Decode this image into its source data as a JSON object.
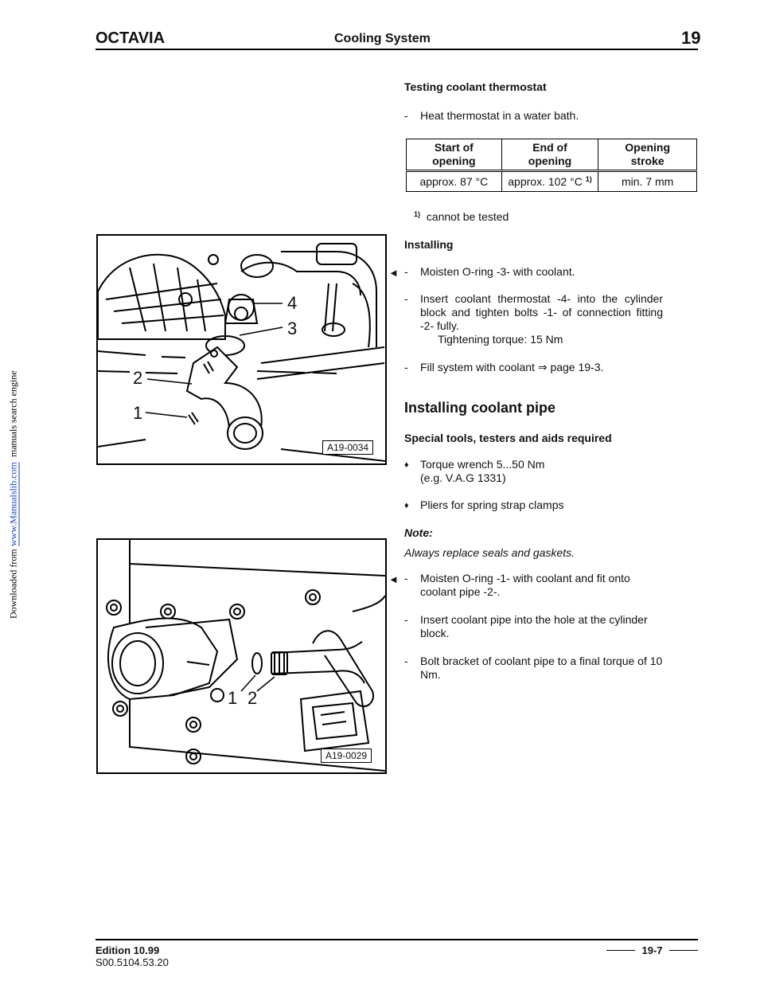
{
  "margin_note": {
    "prefix": "Downloaded from",
    "link": "www.Manualslib.com",
    "suffix": "manuals search engine"
  },
  "header": {
    "brand": "OCTAVIA",
    "section": "Cooling System",
    "chapter": "19"
  },
  "footer": {
    "edition": "Edition 10.99",
    "doc_number": "S00.5104.53.20",
    "page": "19-7"
  },
  "testing": {
    "heading": "Testing coolant thermostat",
    "step": "Heat thermostat in a water bath.",
    "table": {
      "headers": [
        [
          "Start of",
          "opening"
        ],
        [
          "End of",
          "opening"
        ],
        [
          "Opening",
          "stroke"
        ]
      ],
      "row": [
        "approx. 87 °C",
        "approx. 102 °C",
        "min. 7 mm"
      ],
      "row_footnote_mark": "1)"
    },
    "footnote_mark": "1)",
    "footnote": "cannot be tested"
  },
  "installing": {
    "heading": "Installing",
    "arrow": "◄",
    "steps": [
      "Moisten O-ring -3- with coolant.",
      "Insert coolant thermostat -4- into the cylinder block and tighten bolts -1- of connection fitting -2- fully.",
      "Fill system with coolant ⇒ page 19-3."
    ],
    "torque": "Tightening torque: 15 Nm"
  },
  "pipe": {
    "heading": "Installing coolant pipe",
    "tools_heading": "Special tools, testers and aids required",
    "tools": [
      [
        "Torque wrench 5...50 Nm",
        "(e.g. V.A.G 1331)"
      ],
      [
        "Pliers for spring strap clamps"
      ]
    ],
    "bullet": "♦",
    "note_label": "Note:",
    "note": "Always replace seals and gaskets.",
    "arrow": "◄",
    "steps": [
      "Moisten O-ring -1- with coolant and fit onto coolant pipe -2-.",
      "Insert coolant pipe into the hole at the cylinder block.",
      "Bolt bracket of coolant pipe to a final torque of 10 Nm."
    ]
  },
  "figures": {
    "fig1": {
      "label": "A19-0034",
      "callouts": [
        "4",
        "3",
        "2",
        "1"
      ]
    },
    "fig2": {
      "label": "A19-0029",
      "callouts": [
        "1",
        "2"
      ]
    }
  },
  "dash": "-"
}
